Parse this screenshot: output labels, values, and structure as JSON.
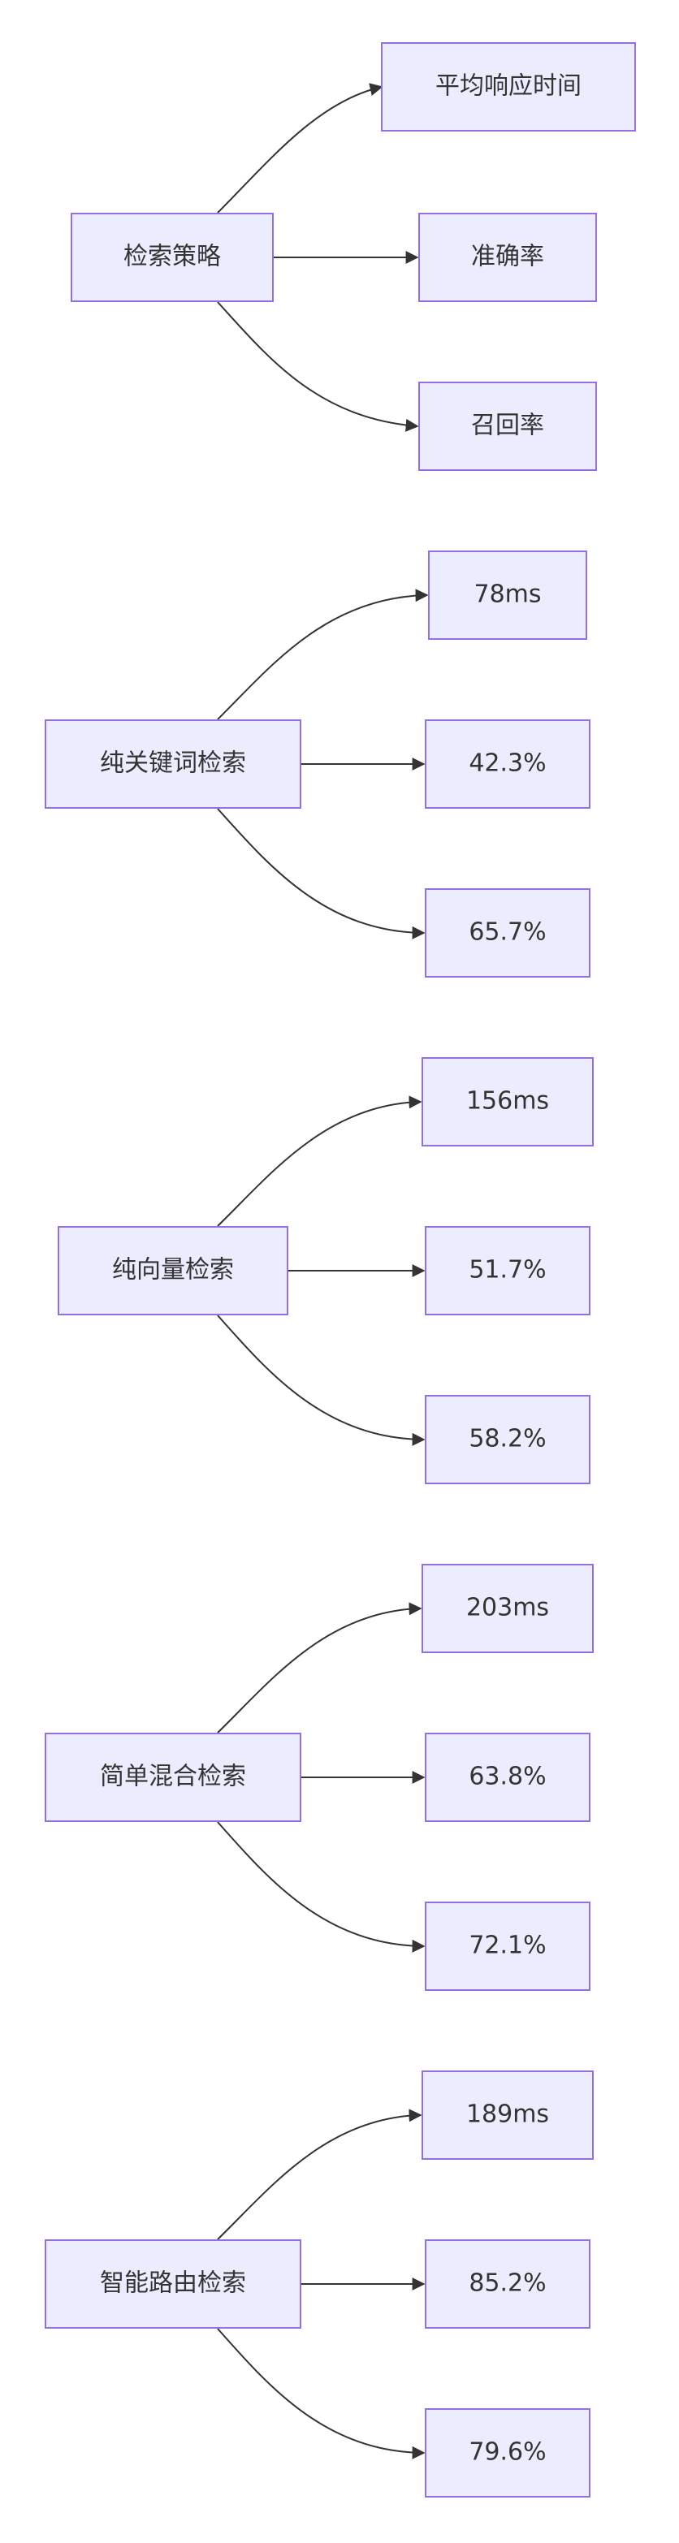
{
  "groups": [
    {
      "source": "检索策略",
      "targets": [
        "平均响应时间",
        "准确率",
        "召回率"
      ]
    },
    {
      "source": "纯关键词检索",
      "targets": [
        "78ms",
        "42.3%",
        "65.7%"
      ]
    },
    {
      "source": "纯向量检索",
      "targets": [
        "156ms",
        "51.7%",
        "58.2%"
      ]
    },
    {
      "source": "简单混合检索",
      "targets": [
        "203ms",
        "63.8%",
        "72.1%"
      ]
    },
    {
      "source": "智能路由检索",
      "targets": [
        "189ms",
        "85.2%",
        "79.6%"
      ]
    }
  ]
}
